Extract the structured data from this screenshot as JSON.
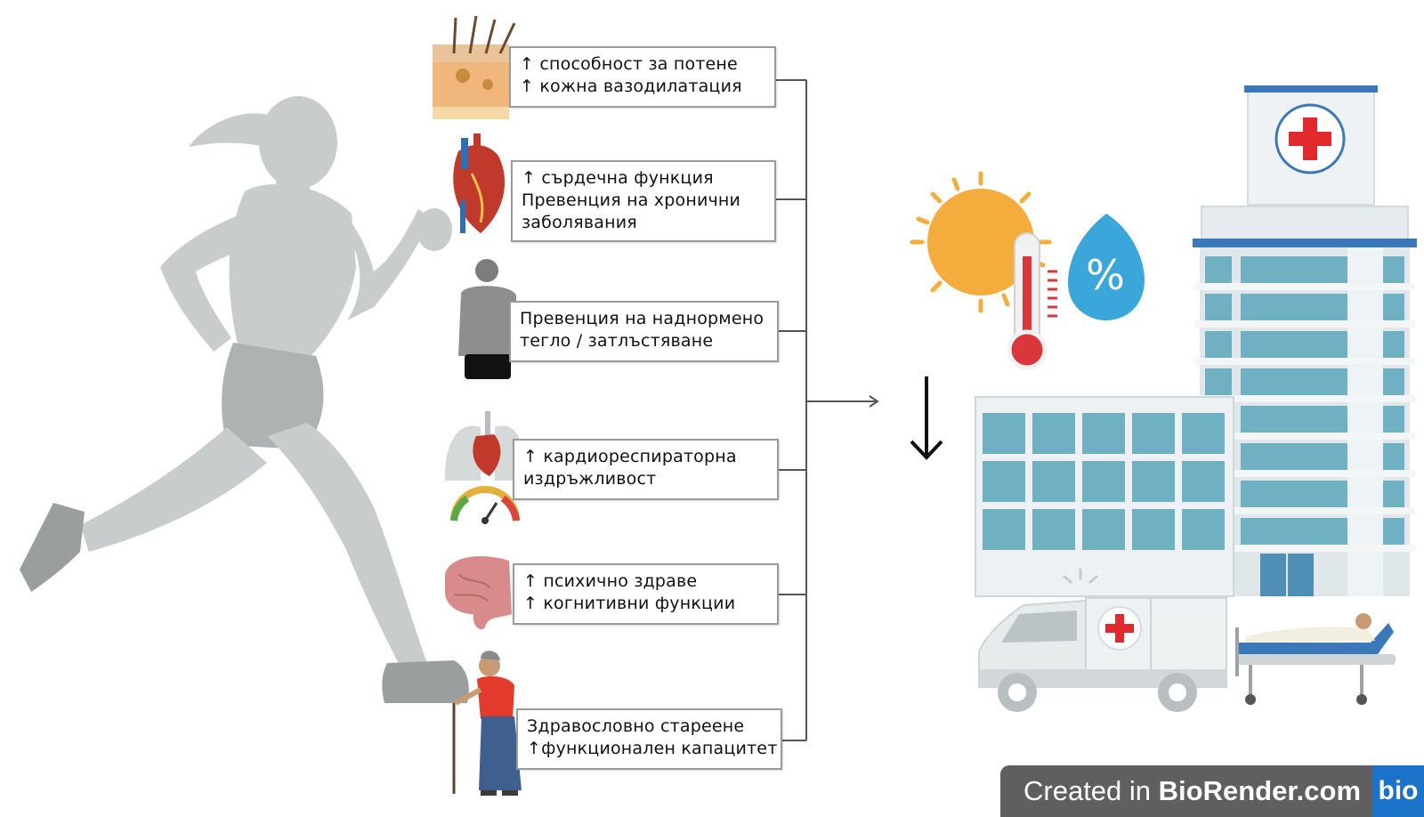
{
  "boxes": [
    {
      "lines": [
        "↑ способност за потене",
        "↑ кожна вазодилатация"
      ]
    },
    {
      "lines": [
        "↑ сърдечна функция",
        "Превенция на хронични",
        "заболявания"
      ]
    },
    {
      "lines": [
        "Превенция на наднормено",
        "тегло / затлъстяване"
      ]
    },
    {
      "lines": [
        "↑ кардиореспираторна",
        "издръжливост"
      ]
    },
    {
      "lines": [
        "↑ психично здраве",
        "↑ когнитивни функции"
      ]
    },
    {
      "lines": [
        "Здравословно стареене",
        "↑функционален капацитет"
      ]
    }
  ],
  "humidity_symbol": "%",
  "watermark": {
    "prefix": "Created in ",
    "brand": "BioRender.com",
    "logo": "bio"
  },
  "icons": {
    "runner": "runner-silhouette-icon",
    "skin": "skin-layers-icon",
    "heart": "heart-icon",
    "person": "overweight-person-icon",
    "lungs": "lungs-heart-gauge-icon",
    "brain": "brain-icon",
    "elderly": "elderly-woman-cane-icon",
    "sun": "sun-icon",
    "thermometer": "thermometer-icon",
    "drop": "humidity-drop-icon",
    "hospital": "hospital-building-icon",
    "ambulance": "ambulance-icon",
    "bed": "hospital-bed-icon",
    "down_arrow": "down-arrow-icon"
  },
  "colors": {
    "silhouette": "#c9cccc",
    "silhouette_dark": "#9b9e9e",
    "sun": "#f4ad3d",
    "thermo": "#d9373a",
    "drop": "#3aa6da",
    "hospital_window": "#6fb0c2",
    "hospital_wall": "#e8eef1",
    "cross": "#e12a2d"
  }
}
